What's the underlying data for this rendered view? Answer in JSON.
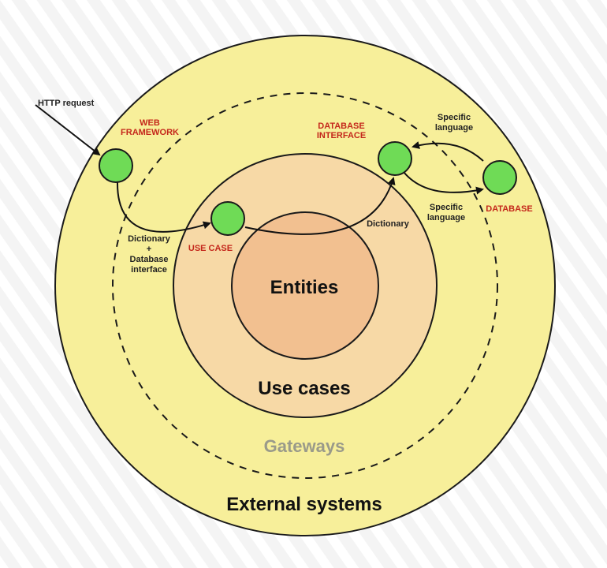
{
  "layers": {
    "external": "External systems",
    "gateways": "Gateways",
    "use_cases": "Use cases",
    "entities": "Entities"
  },
  "components": {
    "web_framework": [
      "WEB",
      "FRAMEWORK"
    ],
    "use_case": "USE CASE",
    "database_interface": [
      "DATABASE",
      "INTERFACE"
    ],
    "database": "DATABASE"
  },
  "flow_labels": {
    "http_request": "HTTP request",
    "dictionary_db_interface": [
      "Dictionary",
      "+",
      "Database",
      "interface"
    ],
    "dictionary": "Dictionary",
    "specific_language_top": [
      "Specific",
      "language"
    ],
    "specific_language_bottom": [
      "Specific",
      "language"
    ]
  },
  "colors": {
    "outer_fill": "#f7ef9a",
    "middle_fill": "#f7d9a6",
    "inner_fill": "#f2c090",
    "node_fill": "#6fdb56",
    "label_red": "#c4271b"
  }
}
